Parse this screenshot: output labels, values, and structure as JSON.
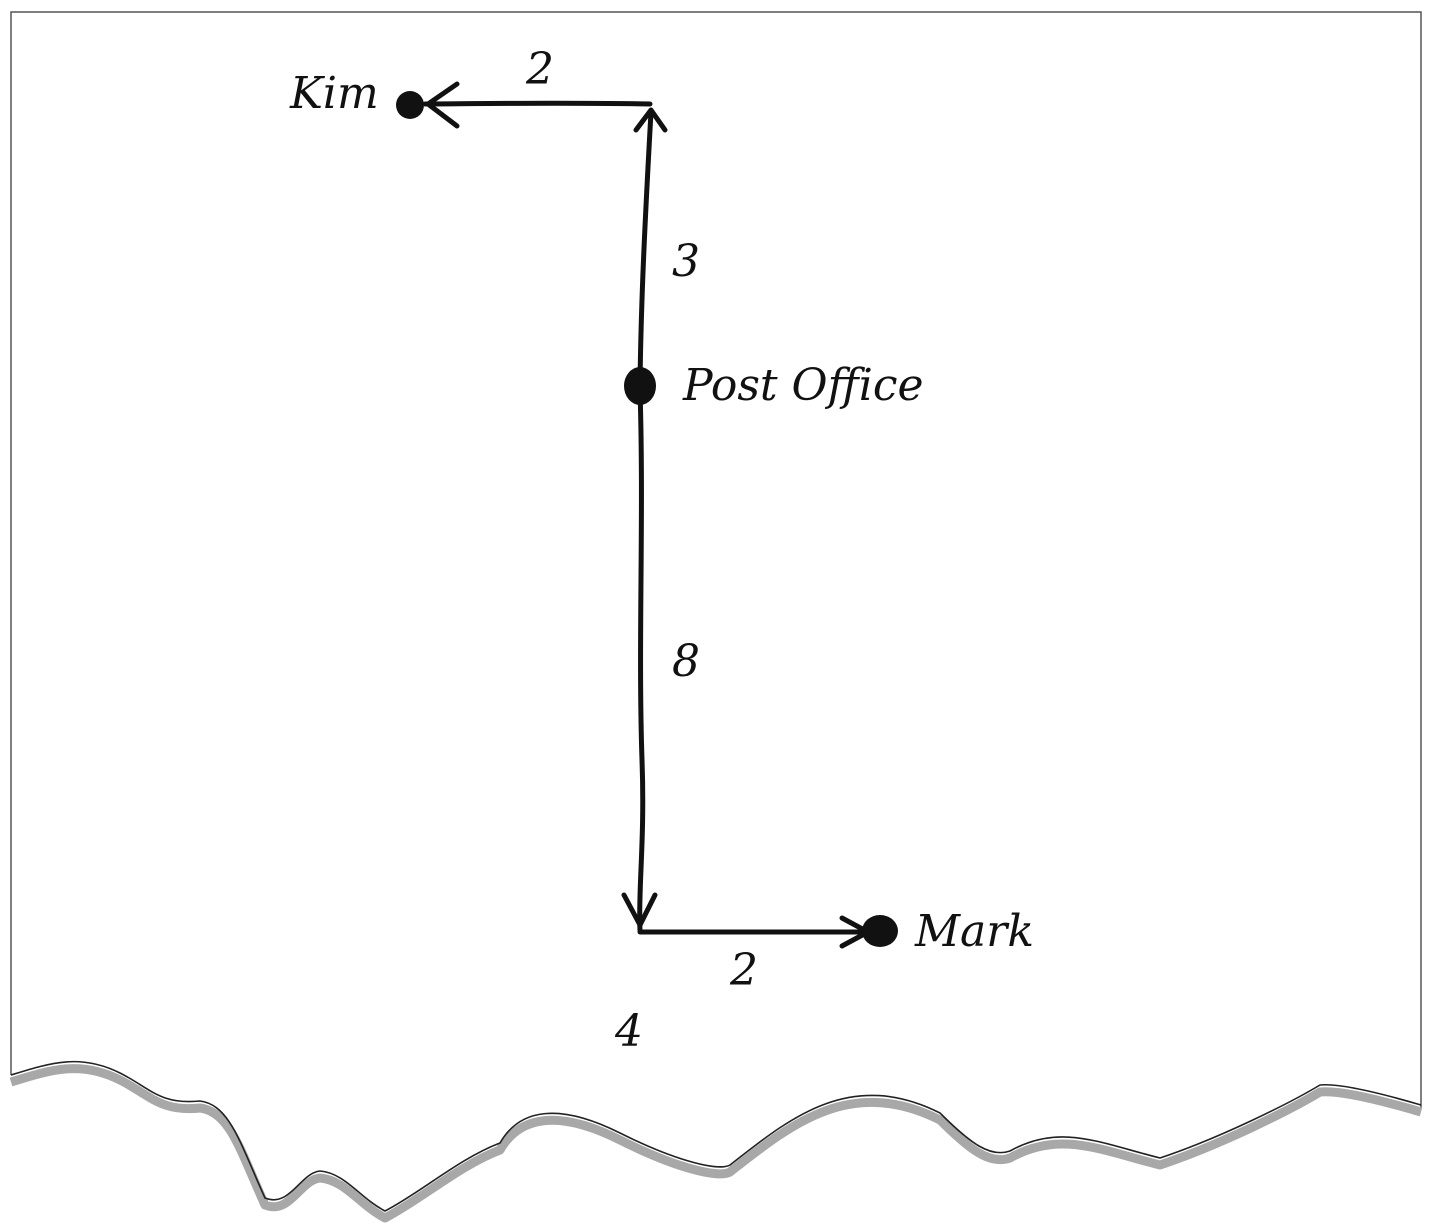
{
  "diagram": {
    "places": {
      "kim": "Kim",
      "post_office": "Post Office",
      "mark": "Mark"
    },
    "edge_labels": {
      "kim_horizontal": "2",
      "post_office_to_top": "3",
      "post_office_to_bottom": "8",
      "mark_horizontal": "2"
    },
    "extra_label": "4"
  },
  "colors": {
    "ink": "#111111",
    "paper": "#ffffff",
    "border": "#555555",
    "torn_shadow": "#a8a8a8"
  }
}
